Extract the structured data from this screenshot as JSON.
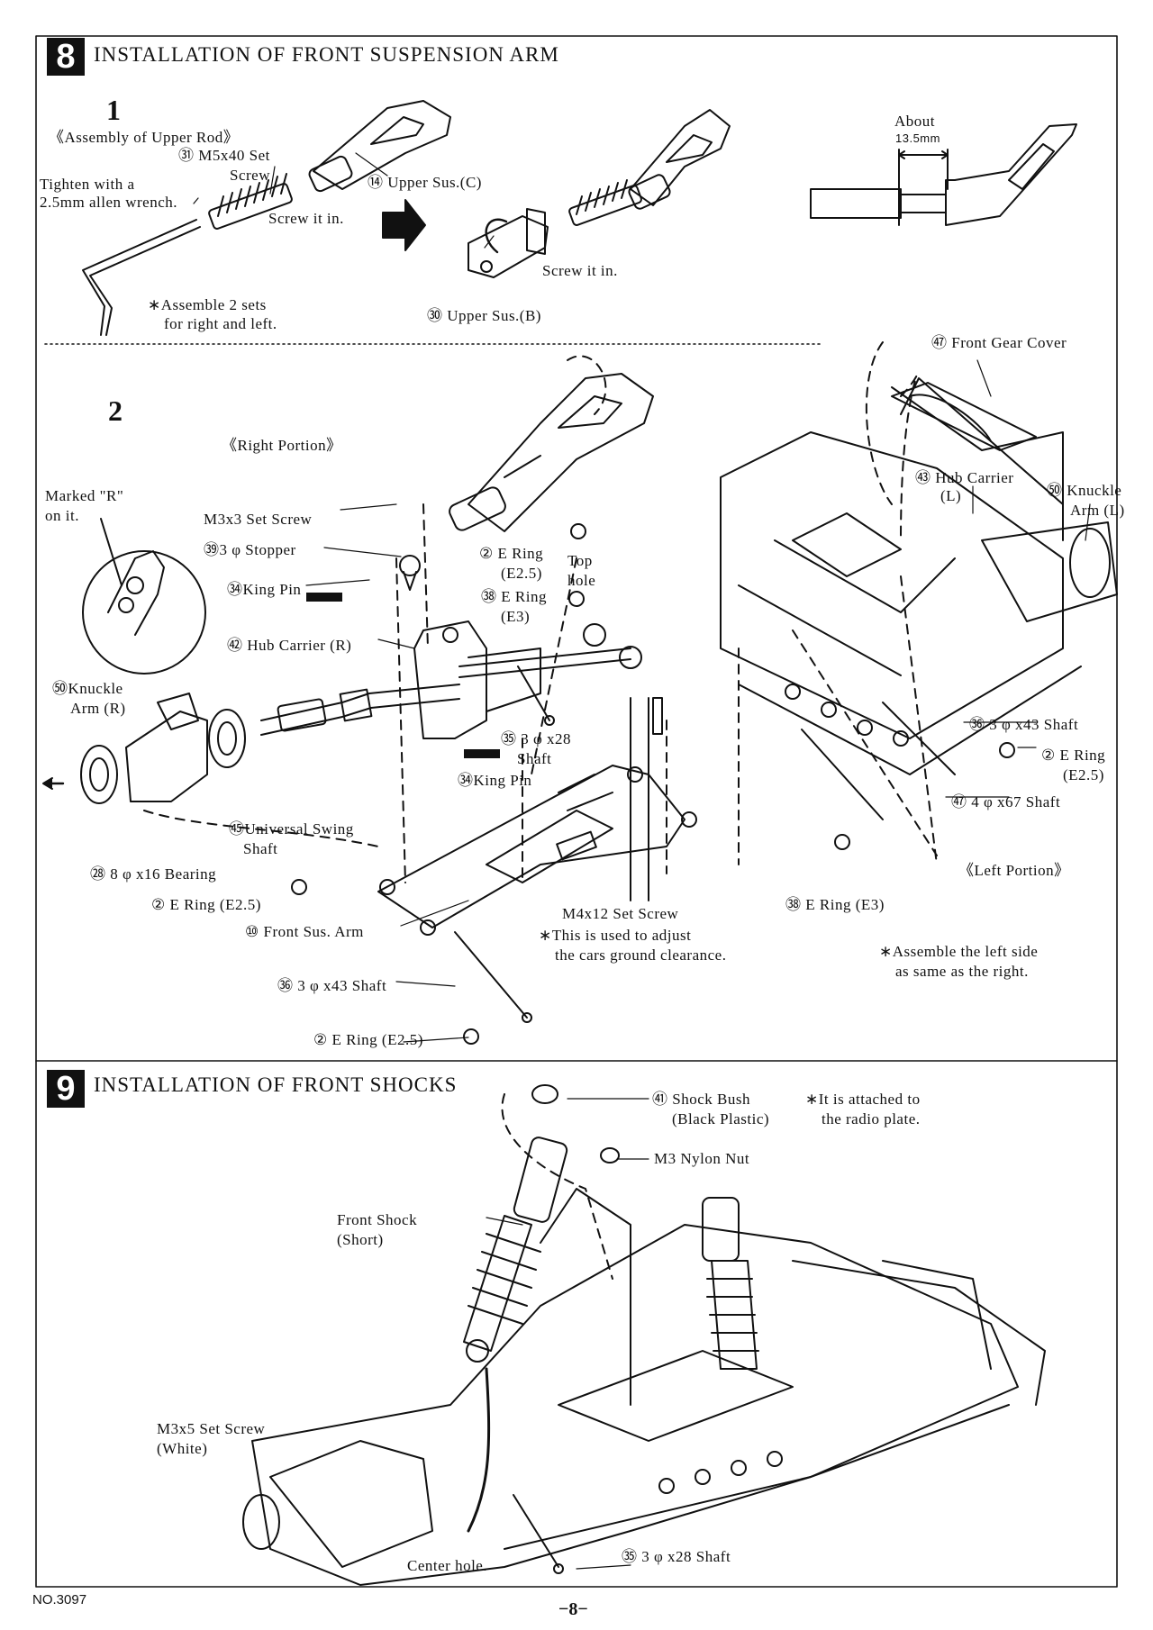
{
  "section8": {
    "number": "8",
    "title": "INSTALLATION OF FRONT SUSPENSION ARM",
    "step1": {
      "number": "1",
      "assembly_title": "《Assembly of Upper Rod》",
      "screw_part": "㉛ M5x40 Set",
      "screw_part2": "Screw",
      "tighten1": "Tighten with a",
      "tighten2": "2.5mm allen wrench.",
      "screw_it_in": "Screw it in.",
      "upper_sus_c": "⑭ Upper Sus.(C)",
      "screw_it_in2": "Screw it in.",
      "assemble_note1": "∗Assemble 2 sets",
      "assemble_note2": "for right and left.",
      "upper_sus_b": "㉚ Upper Sus.(B)",
      "about": "About",
      "about_dim": "13.5mm"
    },
    "step2": {
      "number": "2",
      "right_portion": "《Right Portion》",
      "marked_r1": "Marked \"R\"",
      "marked_r2": "on it.",
      "m3x3_screw": "M3x3 Set Screw",
      "stopper": "㊴3 φ Stopper",
      "king_pin": "㉞King Pin",
      "hub_carrier_r": "㊷ Hub Carrier (R)",
      "knuckle_arm_r1": "㊿Knuckle",
      "knuckle_arm_r2": "Arm (R)",
      "e_ring_e25_a": "② E Ring",
      "e_ring_e25_a2": "(E2.5)",
      "top_hole1": "Top",
      "top_hole2": "hole",
      "e_ring_e3_a": "㊳ E Ring",
      "e_ring_e3_a2": "(E3)",
      "shaft_3x28_1": "㉟ 3 φ x28",
      "shaft_3x28_2": "Shaft",
      "king_pin2": "㉞King Pin",
      "universal1": "㊺Universal Swing",
      "universal2": "Shaft",
      "bearing": "㉘ 8 φ x16 Bearing",
      "e_ring_e25_b": "② E Ring (E2.5)",
      "front_sus_arm": "⑩ Front Sus. Arm",
      "shaft_3x43_a": "㊱ 3 φ x43 Shaft",
      "e_ring_e25_c": "② E Ring (E2.5)",
      "m4x12": "M4x12 Set Screw",
      "adjust1": "∗This is used to adjust",
      "adjust2": "the cars ground clearance.",
      "front_gear_cover": "㊼ Front Gear Cover",
      "hub_carrier_l1": "㊸ Hub Carrier",
      "hub_carrier_l2": "(L)",
      "knuckle_arm_l1": "㊿ Knuckle",
      "knuckle_arm_l2": "Arm (L)",
      "shaft_3x43_b": "㊱ 3 φ x43 Shaft",
      "e_ring_e25_d1": "② E Ring",
      "e_ring_e25_d2": "(E2.5)",
      "shaft_4x67": "㊼ 4 φ x67 Shaft",
      "left_portion": "《Left Portion》",
      "e_ring_e3_b": "㊳ E Ring (E3)",
      "assemble_left1": "∗Assemble the left side",
      "assemble_left2": "as same as the right."
    }
  },
  "section9": {
    "number": "9",
    "title": "INSTALLATION OF FRONT SHOCKS",
    "shock_bush1": "㊶ Shock Bush",
    "shock_bush2": "(Black Plastic)",
    "radio_note1": "∗It is attached to",
    "radio_note2": "the radio plate.",
    "nylon_nut": "M3 Nylon Nut",
    "front_shock1": "Front Shock",
    "front_shock2": "(Short)",
    "m3x5_1": "M3x5 Set Screw",
    "m3x5_2": "(White)",
    "center_hole": "Center hole.",
    "shaft_3x28": "㉟ 3 φ x28 Shaft"
  },
  "footer": {
    "doc_no": "NO.3097",
    "page": "−8−"
  }
}
